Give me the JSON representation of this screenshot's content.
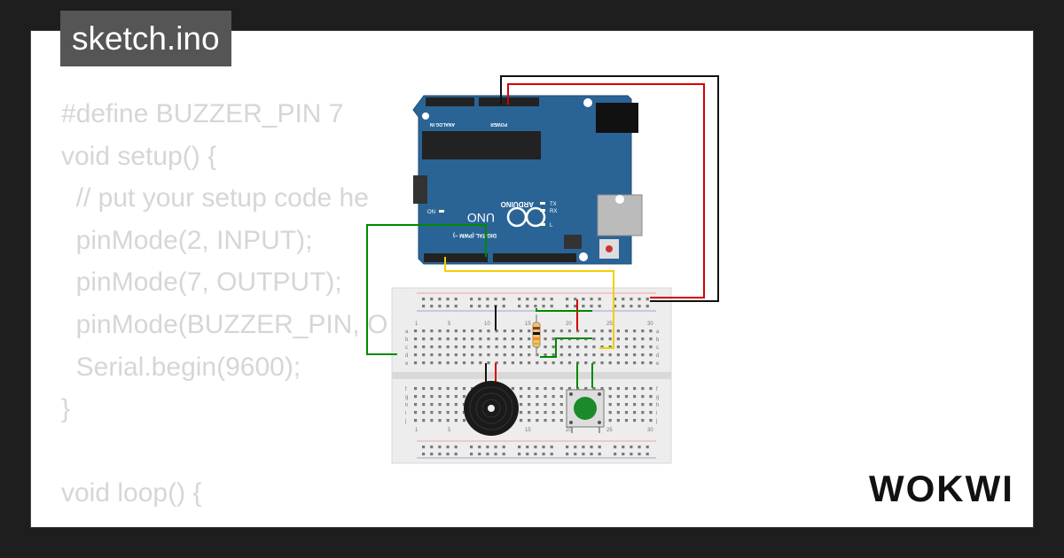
{
  "file_tab": {
    "name": "sketch.ino"
  },
  "code_lines": [
    "#define BUZZER_PIN 7",
    "void setup() {",
    "  // put your setup code he",
    "  pinMode(2, INPUT);",
    "  pinMode(7, OUTPUT);",
    "  pinMode(BUZZER_PIN, O",
    "  Serial.begin(9600);",
    "}",
    "",
    "void loop() {"
  ],
  "arduino": {
    "brand": "ARDUINO",
    "model": "UNO",
    "on_label": "ON",
    "tx_label": "TX",
    "rx_label": "RX",
    "l_label": "L",
    "digital_label": "DIGITAL (PWM ~)",
    "power_label": "POWER",
    "analog_label": "ANALOG IN"
  },
  "breadboard": {
    "column_numbers": [
      "1",
      "5",
      "10",
      "15",
      "20",
      "25",
      "30"
    ],
    "row_letters_top": [
      "a",
      "b",
      "c",
      "d",
      "e"
    ],
    "row_letters_bottom": [
      "f",
      "g",
      "h",
      "i",
      "j"
    ]
  },
  "brand_logo": {
    "text": "WOKWI"
  },
  "colors": {
    "background": "#1e1e1e",
    "card": "#ffffff",
    "code_text": "#d6d6d6",
    "badge": "#555555",
    "arduino_board": "#2a6496",
    "wire_red": "#d40000",
    "wire_black": "#111111",
    "wire_green": "#008a00",
    "wire_yellow": "#f0d000",
    "button_green": "#1a8a2a"
  }
}
